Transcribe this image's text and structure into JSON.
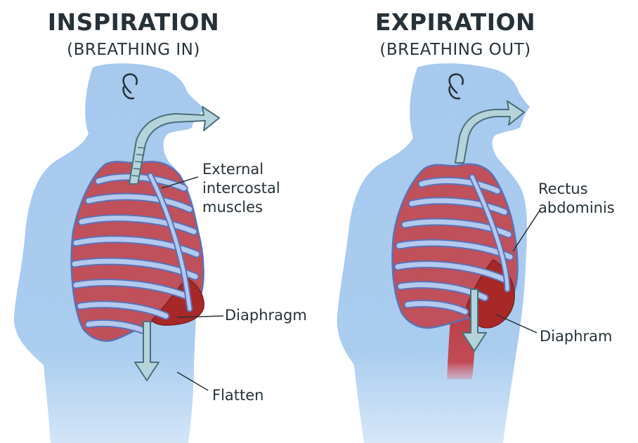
{
  "inspiration": {
    "title": "INSPIRATION",
    "subtitle": "(BREATHING IN)",
    "labels": {
      "muscles_line1": "External",
      "muscles_line2": "intercostal",
      "muscles_line3": "muscles",
      "diaphragm": "Diaphragm",
      "flatten": "Flatten"
    }
  },
  "expiration": {
    "title": "EXPIRATION",
    "subtitle": "(BREATHING OUT)",
    "labels": {
      "rectus_line1": "Rectus",
      "rectus_line2": "abdominis",
      "diaphragm": "Diaphram"
    }
  },
  "colors": {
    "body": "#a9ccee",
    "rib": "#b3c9ee",
    "rib_outline": "#5e70b4",
    "lung": "#c0505a",
    "diaphragm": "#a82828",
    "airway": "#b5d3da",
    "text": "#263238"
  }
}
